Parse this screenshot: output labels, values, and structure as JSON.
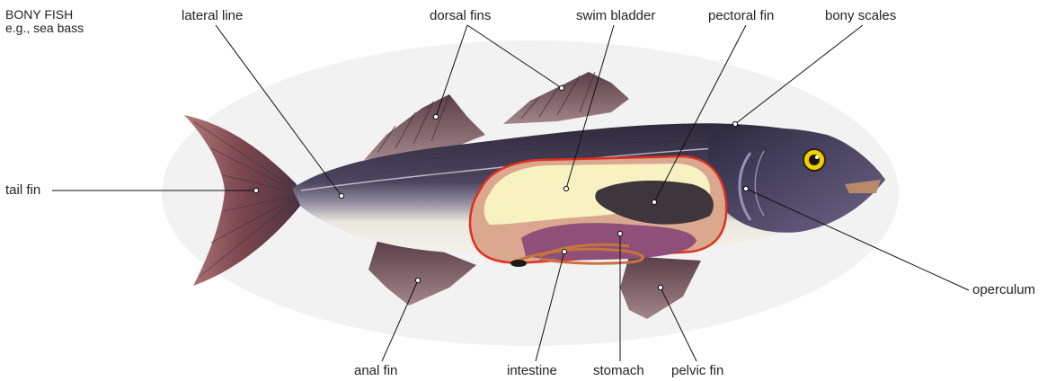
{
  "title": {
    "line1": "BONY FISH",
    "line2": "e.g., sea bass"
  },
  "labels": {
    "lateral_line": "lateral line",
    "dorsal_fins": "dorsal fins",
    "swim_bladder": "swim bladder",
    "pectoral_fin": "pectoral fin",
    "bony_scales": "bony scales",
    "tail_fin": "tail fin",
    "operculum": "operculum",
    "anal_fin": "anal fin",
    "intestine": "intestine",
    "stomach": "stomach",
    "pelvic_fin": "pelvic fin"
  },
  "colors": {
    "body_dark": "#3a3347",
    "belly": "#f1efe6",
    "fin": "#6b4a52",
    "tail": "#7a4a4e",
    "cutaway_outline": "#e0301e",
    "swim_bladder": "#f8f2c2",
    "stomach": "#8e4f78",
    "intestine": "#c9743e",
    "eye": "#f0d000"
  }
}
